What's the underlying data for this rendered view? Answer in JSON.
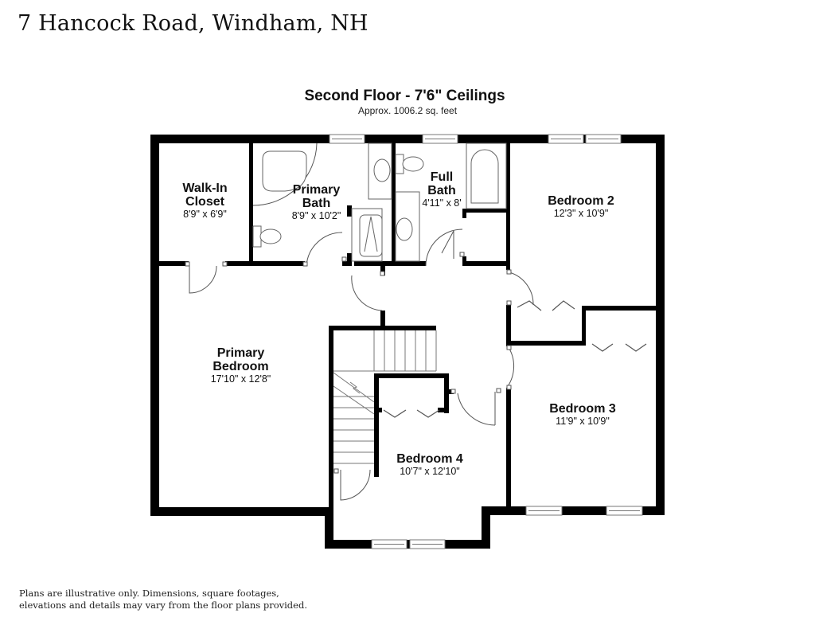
{
  "header": {
    "address": "7 Hancock Road, Windham, NH"
  },
  "plan": {
    "title": "Second Floor - 7'6\" Ceilings",
    "area": "Approx. 1006.2 sq. feet"
  },
  "rooms": {
    "walk_in_closet": {
      "name_line1": "Walk-In",
      "name_line2": "Closet",
      "dim": "8'9\" x 6'9\""
    },
    "primary_bath": {
      "name_line1": "Primary",
      "name_line2": "Bath",
      "dim": "8'9\" x 10'2\""
    },
    "full_bath": {
      "name_line1": "Full",
      "name_line2": "Bath",
      "dim": "4'11\" x 8'"
    },
    "bedroom_2": {
      "name": "Bedroom 2",
      "dim": "12'3\" x 10'9\""
    },
    "primary_bedroom": {
      "name_line1": "Primary",
      "name_line2": "Bedroom",
      "dim": "17'10\" x 12'8\""
    },
    "bedroom_3": {
      "name": "Bedroom 3",
      "dim": "11'9\" x 10'9\""
    },
    "bedroom_4": {
      "name": "Bedroom 4",
      "dim": "10'7\" x 12'10\""
    }
  },
  "footer": {
    "disclaimer_line1": "Plans are illustrative only. Dimensions, square footages,",
    "disclaimer_line2": "elevations and details may vary from the floor plans provided."
  },
  "colors": {
    "wall": "#000000",
    "fixture_line": "#555555",
    "background": "#ffffff"
  }
}
